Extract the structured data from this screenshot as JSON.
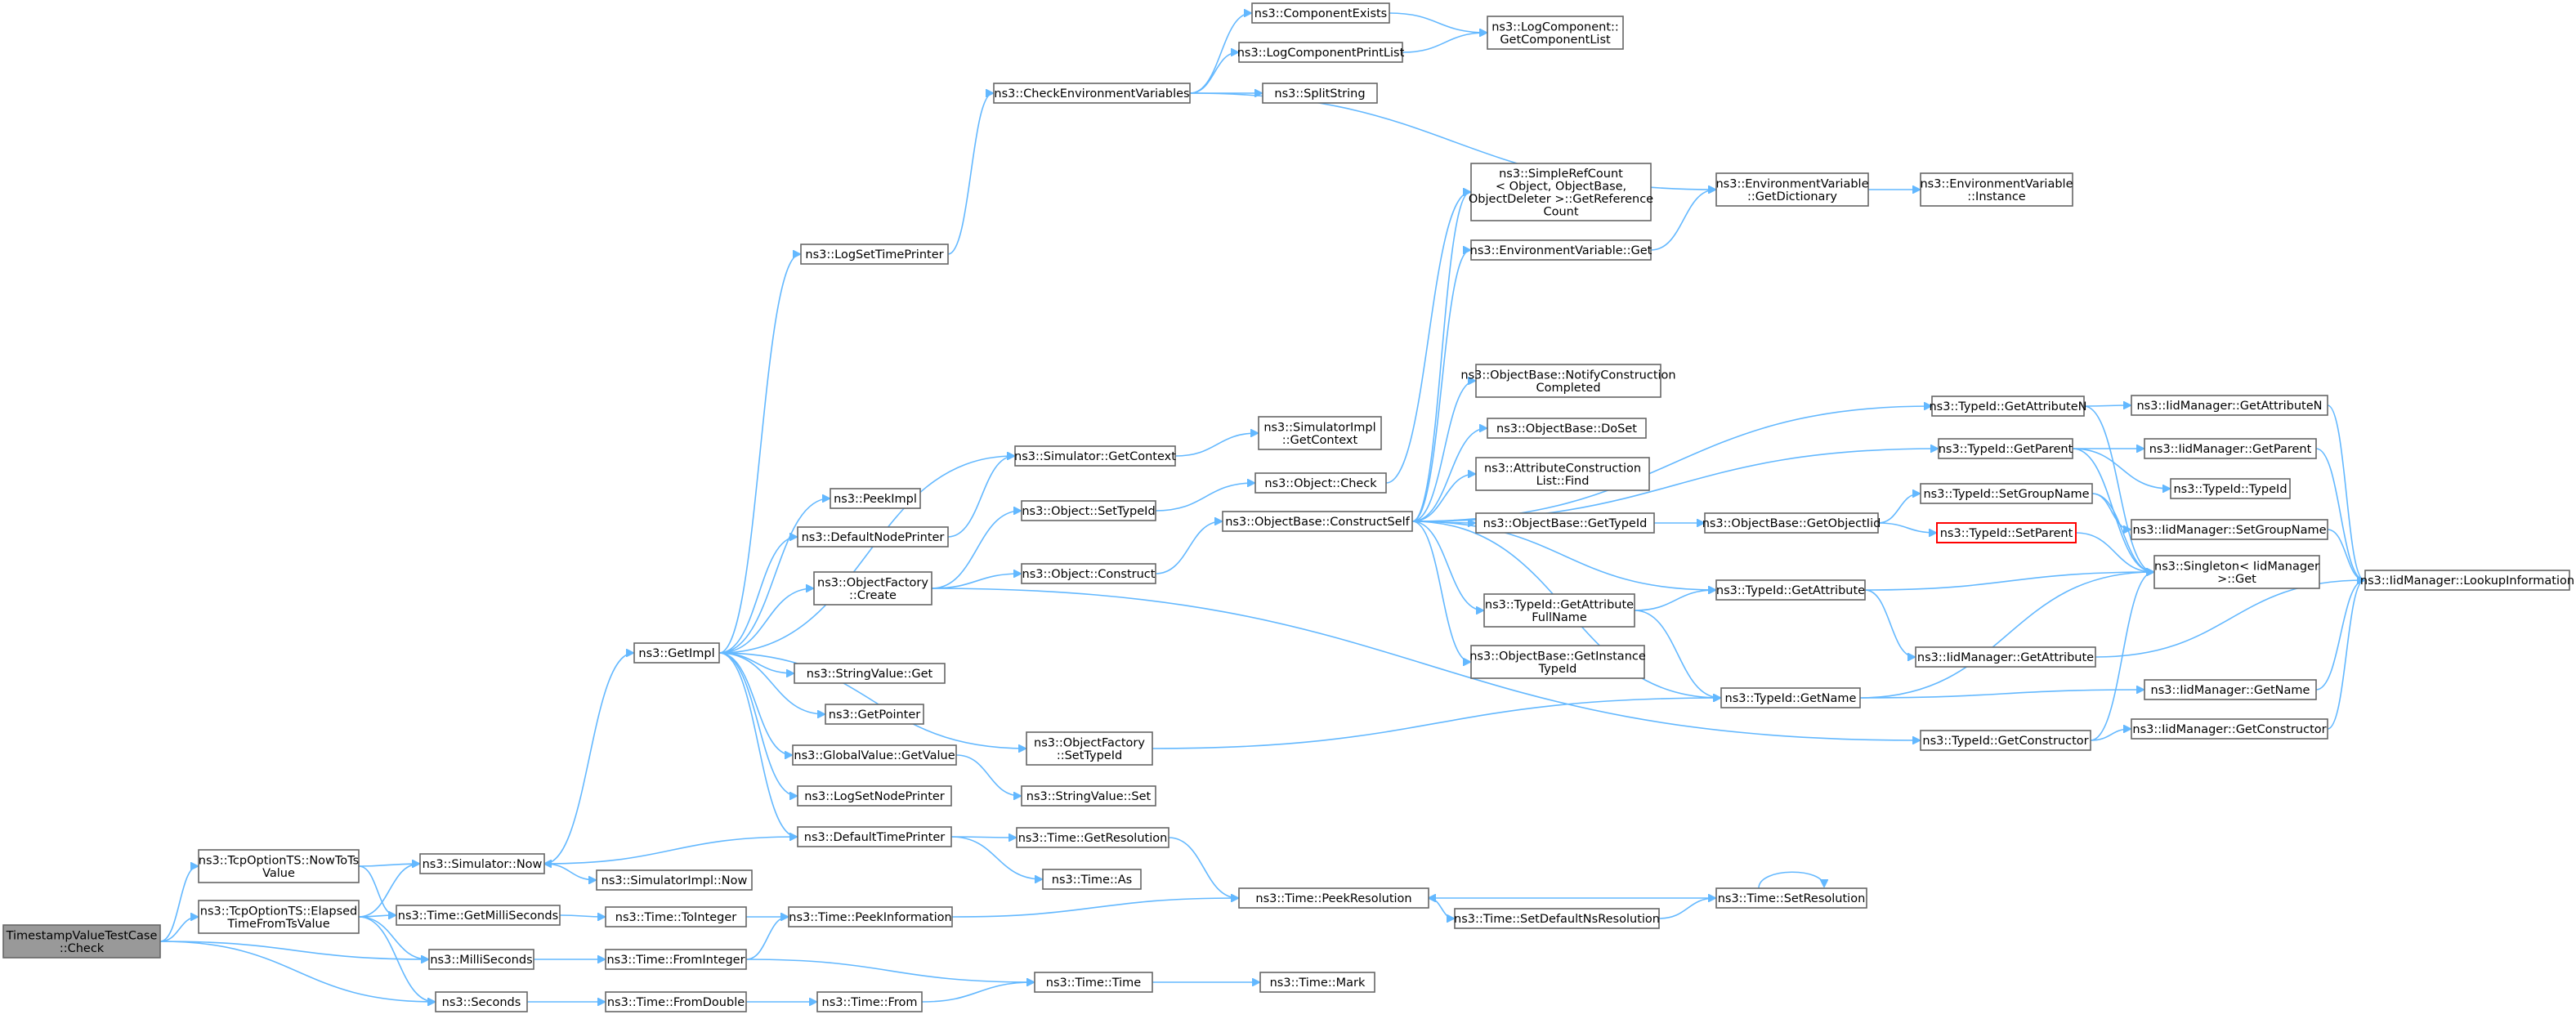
{
  "nodes": [
    {
      "id": "root",
      "lines": [
        "TimestampValueTestCase",
        "::Check"
      ]
    },
    {
      "id": "nowtots",
      "lines": [
        "ns3::TcpOptionTS::NowToTs",
        "Value"
      ]
    },
    {
      "id": "elapsed",
      "lines": [
        "ns3::TcpOptionTS::Elapsed",
        "TimeFromTsValue"
      ]
    },
    {
      "id": "simnow",
      "lines": [
        "ns3::Simulator::Now"
      ]
    },
    {
      "id": "getms",
      "lines": [
        "ns3::Time::GetMilliSeconds"
      ]
    },
    {
      "id": "millis",
      "lines": [
        "ns3::MilliSeconds"
      ]
    },
    {
      "id": "seconds",
      "lines": [
        "ns3::Seconds"
      ]
    },
    {
      "id": "simimplnow",
      "lines": [
        "ns3::SimulatorImpl::Now"
      ]
    },
    {
      "id": "getimpl",
      "lines": [
        "ns3::GetImpl"
      ]
    },
    {
      "id": "logsettp",
      "lines": [
        "ns3::LogSetTimePrinter"
      ]
    },
    {
      "id": "checkenv",
      "lines": [
        "ns3::CheckEnvironmentVariables"
      ]
    },
    {
      "id": "compexists",
      "lines": [
        "ns3::ComponentExists"
      ]
    },
    {
      "id": "logcpl",
      "lines": [
        "ns3::LogComponentPrintList"
      ]
    },
    {
      "id": "splitstr",
      "lines": [
        "ns3::SplitString"
      ]
    },
    {
      "id": "logcomp",
      "lines": [
        "ns3::LogComponent::",
        "GetComponentList"
      ]
    },
    {
      "id": "envgetdict",
      "lines": [
        "ns3::EnvironmentVariable",
        "::GetDictionary"
      ]
    },
    {
      "id": "envinst",
      "lines": [
        "ns3::EnvironmentVariable",
        "::Instance"
      ]
    },
    {
      "id": "srefcount",
      "lines": [
        "ns3::SimpleRefCount",
        "< Object, ObjectBase,",
        "ObjectDeleter >::GetReference",
        "Count"
      ]
    },
    {
      "id": "envget",
      "lines": [
        "ns3::EnvironmentVariable::Get"
      ]
    },
    {
      "id": "simgetctx",
      "lines": [
        "ns3::Simulator::GetContext"
      ]
    },
    {
      "id": "simimplgetctx",
      "lines": [
        "ns3::SimulatorImpl",
        "::GetContext"
      ]
    },
    {
      "id": "peekimpl",
      "lines": [
        "ns3::PeekImpl"
      ]
    },
    {
      "id": "defnodeprinter",
      "lines": [
        "ns3::DefaultNodePrinter"
      ]
    },
    {
      "id": "objfactcreate",
      "lines": [
        "ns3::ObjectFactory",
        "::Create"
      ]
    },
    {
      "id": "strvalget",
      "lines": [
        "ns3::StringValue::Get"
      ]
    },
    {
      "id": "getpointer",
      "lines": [
        "ns3::GetPointer"
      ]
    },
    {
      "id": "globalgetval",
      "lines": [
        "ns3::GlobalValue::GetValue"
      ]
    },
    {
      "id": "logsetnp",
      "lines": [
        "ns3::LogSetNodePrinter"
      ]
    },
    {
      "id": "deftimeprinter",
      "lines": [
        "ns3::DefaultTimePrinter"
      ]
    },
    {
      "id": "objsettypeid",
      "lines": [
        "ns3::Object::SetTypeId"
      ]
    },
    {
      "id": "objconstruct",
      "lines": [
        "ns3::Object::Construct"
      ]
    },
    {
      "id": "objcheck",
      "lines": [
        "ns3::Object::Check"
      ]
    },
    {
      "id": "objfactsettid",
      "lines": [
        "ns3::ObjectFactory",
        "::SetTypeId"
      ]
    },
    {
      "id": "strvalset",
      "lines": [
        "ns3::StringValue::Set"
      ]
    },
    {
      "id": "timegetres",
      "lines": [
        "ns3::Time::GetResolution"
      ]
    },
    {
      "id": "timeas",
      "lines": [
        "ns3::Time::As"
      ]
    },
    {
      "id": "timetoint",
      "lines": [
        "ns3::Time::ToInteger"
      ]
    },
    {
      "id": "timefromint",
      "lines": [
        "ns3::Time::FromInteger"
      ]
    },
    {
      "id": "timefromdbl",
      "lines": [
        "ns3::Time::FromDouble"
      ]
    },
    {
      "id": "timepeekinfo",
      "lines": [
        "ns3::Time::PeekInformation"
      ]
    },
    {
      "id": "timefrom",
      "lines": [
        "ns3::Time::From"
      ]
    },
    {
      "id": "timetime",
      "lines": [
        "ns3::Time::Time"
      ]
    },
    {
      "id": "timemark",
      "lines": [
        "ns3::Time::Mark"
      ]
    },
    {
      "id": "objbcs",
      "lines": [
        "ns3::ObjectBase::ConstructSelf"
      ]
    },
    {
      "id": "notifyconst",
      "lines": [
        "ns3::ObjectBase::NotifyConstruction",
        "Completed"
      ]
    },
    {
      "id": "doset",
      "lines": [
        "ns3::ObjectBase::DoSet"
      ]
    },
    {
      "id": "attrcfind",
      "lines": [
        "ns3::AttributeConstruction",
        "List::Find"
      ]
    },
    {
      "id": "objbgettid",
      "lines": [
        "ns3::ObjectBase::GetTypeId"
      ]
    },
    {
      "id": "tidgetattrfull",
      "lines": [
        "ns3::TypeId::GetAttribute",
        "FullName"
      ]
    },
    {
      "id": "objbgetinsttid",
      "lines": [
        "ns3::ObjectBase::GetInstance",
        "TypeId"
      ]
    },
    {
      "id": "timepeekres",
      "lines": [
        "ns3::Time::PeekResolution"
      ]
    },
    {
      "id": "timesetdefns",
      "lines": [
        "ns3::Time::SetDefaultNsResolution"
      ]
    },
    {
      "id": "timesetres",
      "lines": [
        "ns3::Time::SetResolution"
      ]
    },
    {
      "id": "objbgetobjtid",
      "lines": [
        "ns3::ObjectBase::GetObjectIid"
      ]
    },
    {
      "id": "tidgetattr",
      "lines": [
        "ns3::TypeId::GetAttribute"
      ]
    },
    {
      "id": "tidgetname",
      "lines": [
        "ns3::TypeId::GetName"
      ]
    },
    {
      "id": "tidgetattrn",
      "lines": [
        "ns3::TypeId::GetAttributeN"
      ]
    },
    {
      "id": "tidgetparent",
      "lines": [
        "ns3::TypeId::GetParent"
      ]
    },
    {
      "id": "tidsetgroup",
      "lines": [
        "ns3::TypeId::SetGroupName"
      ]
    },
    {
      "id": "tidsetparent",
      "lines": [
        "ns3::TypeId::SetParent"
      ],
      "red": true
    },
    {
      "id": "iidgetattr",
      "lines": [
        "ns3::IidManager::GetAttribute"
      ]
    },
    {
      "id": "tidgetctor",
      "lines": [
        "ns3::TypeId::GetConstructor"
      ]
    },
    {
      "id": "iidgetattrn",
      "lines": [
        "ns3::IidManager::GetAttributeN"
      ]
    },
    {
      "id": "iidgetparent",
      "lines": [
        "ns3::IidManager::GetParent"
      ]
    },
    {
      "id": "tidtypeid",
      "lines": [
        "ns3::TypeId::TypeId"
      ]
    },
    {
      "id": "iidsetgroup",
      "lines": [
        "ns3::IidManager::SetGroupName"
      ]
    },
    {
      "id": "singleton",
      "lines": [
        "ns3::Singleton< IidManager",
        ">::Get"
      ]
    },
    {
      "id": "iidgetname",
      "lines": [
        "ns3::IidManager::GetName"
      ]
    },
    {
      "id": "iidgetctor",
      "lines": [
        "ns3::IidManager::GetConstructor"
      ]
    },
    {
      "id": "iidlookup",
      "lines": [
        "ns3::IidManager::LookupInformation"
      ]
    }
  ],
  "edges": [
    [
      "root",
      "nowtots"
    ],
    [
      "root",
      "elapsed"
    ],
    [
      "root",
      "millis"
    ],
    [
      "root",
      "seconds"
    ],
    [
      "nowtots",
      "simnow"
    ],
    [
      "nowtots",
      "getms"
    ],
    [
      "elapsed",
      "simnow"
    ],
    [
      "elapsed",
      "getms"
    ],
    [
      "elapsed",
      "millis"
    ],
    [
      "elapsed",
      "seconds"
    ],
    [
      "simnow",
      "getimpl"
    ],
    [
      "simnow",
      "simimplnow"
    ],
    [
      "getms",
      "timetoint"
    ],
    [
      "millis",
      "timefromint"
    ],
    [
      "seconds",
      "timefromdbl"
    ],
    [
      "getimpl",
      "logsettp"
    ],
    [
      "getimpl",
      "simgetctx"
    ],
    [
      "getimpl",
      "peekimpl"
    ],
    [
      "getimpl",
      "defnodeprinter"
    ],
    [
      "getimpl",
      "objfactcreate"
    ],
    [
      "getimpl",
      "strvalget"
    ],
    [
      "getimpl",
      "getpointer"
    ],
    [
      "getimpl",
      "globalgetval"
    ],
    [
      "getimpl",
      "logsetnp"
    ],
    [
      "getimpl",
      "deftimeprinter"
    ],
    [
      "getimpl",
      "objfactsettid"
    ],
    [
      "logsettp",
      "checkenv"
    ],
    [
      "checkenv",
      "compexists"
    ],
    [
      "checkenv",
      "logcpl"
    ],
    [
      "checkenv",
      "splitstr"
    ],
    [
      "checkenv",
      "envgetdict"
    ],
    [
      "compexists",
      "logcomp"
    ],
    [
      "logcpl",
      "logcomp"
    ],
    [
      "envgetdict",
      "envinst"
    ],
    [
      "envget",
      "envgetdict"
    ],
    [
      "simgetctx",
      "simimplgetctx"
    ],
    [
      "defnodeprinter",
      "simgetctx"
    ],
    [
      "objfactcreate",
      "objsettypeid"
    ],
    [
      "objfactcreate",
      "objconstruct"
    ],
    [
      "objfactcreate",
      "tidgetctor"
    ],
    [
      "objsettypeid",
      "objcheck"
    ],
    [
      "objconstruct",
      "objbcs"
    ],
    [
      "objcheck",
      "srefcount"
    ],
    [
      "globalgetval",
      "strvalset"
    ],
    [
      "objfactsettid",
      "tidgetname"
    ],
    [
      "deftimeprinter",
      "simnow"
    ],
    [
      "deftimeprinter",
      "timegetres"
    ],
    [
      "deftimeprinter",
      "timeas"
    ],
    [
      "timegetres",
      "timepeekres"
    ],
    [
      "timetoint",
      "timepeekinfo"
    ],
    [
      "timefromint",
      "timepeekinfo"
    ],
    [
      "timefromint",
      "timetime"
    ],
    [
      "timefromdbl",
      "timefrom"
    ],
    [
      "timefrom",
      "timetime"
    ],
    [
      "timetime",
      "timemark"
    ],
    [
      "timepeekinfo",
      "timepeekres"
    ],
    [
      "timepeekres",
      "timesetdefns"
    ],
    [
      "timesetdefns",
      "timesetres"
    ],
    [
      "timesetres",
      "timepeekres"
    ],
    [
      "timesetres",
      "timesetres"
    ],
    [
      "objbcs",
      "srefcount"
    ],
    [
      "objbcs",
      "envget"
    ],
    [
      "objbcs",
      "notifyconst"
    ],
    [
      "objbcs",
      "doset"
    ],
    [
      "objbcs",
      "attrcfind"
    ],
    [
      "objbcs",
      "objbgettid"
    ],
    [
      "objbcs",
      "tidgetattrfull"
    ],
    [
      "objbcs",
      "objbgetinsttid"
    ],
    [
      "objbcs",
      "tidgetattr"
    ],
    [
      "objbcs",
      "tidgetname"
    ],
    [
      "objbcs",
      "tidgetattrn"
    ],
    [
      "objbcs",
      "tidgetparent"
    ],
    [
      "objbgettid",
      "objbgetobjtid"
    ],
    [
      "objbgetobjtid",
      "tidsetgroup"
    ],
    [
      "objbgetobjtid",
      "tidsetparent"
    ],
    [
      "tidgetattrfull",
      "tidgetattr"
    ],
    [
      "tidgetattrfull",
      "tidgetname"
    ],
    [
      "tidgetattr",
      "singleton"
    ],
    [
      "tidgetattr",
      "iidgetattr"
    ],
    [
      "tidgetname",
      "singleton"
    ],
    [
      "tidgetname",
      "iidgetname"
    ],
    [
      "tidgetattrn",
      "singleton"
    ],
    [
      "tidgetattrn",
      "iidgetattrn"
    ],
    [
      "tidgetparent",
      "singleton"
    ],
    [
      "tidgetparent",
      "iidgetparent"
    ],
    [
      "tidgetparent",
      "tidtypeid"
    ],
    [
      "tidsetgroup",
      "singleton"
    ],
    [
      "tidsetgroup",
      "iidsetgroup"
    ],
    [
      "tidsetparent",
      "singleton"
    ],
    [
      "tidgetctor",
      "singleton"
    ],
    [
      "tidgetctor",
      "iidgetctor"
    ],
    [
      "iidgetattr",
      "iidlookup"
    ],
    [
      "iidgetattrn",
      "iidlookup"
    ],
    [
      "iidgetparent",
      "iidlookup"
    ],
    [
      "iidsetgroup",
      "iidlookup"
    ],
    [
      "iidgetname",
      "iidlookup"
    ],
    [
      "iidgetctor",
      "iidlookup"
    ]
  ],
  "colors": {
    "edge": "#63b8ff",
    "root_fill": "#999999",
    "node_border": "#666666",
    "highlight_border": "#ff0000"
  }
}
